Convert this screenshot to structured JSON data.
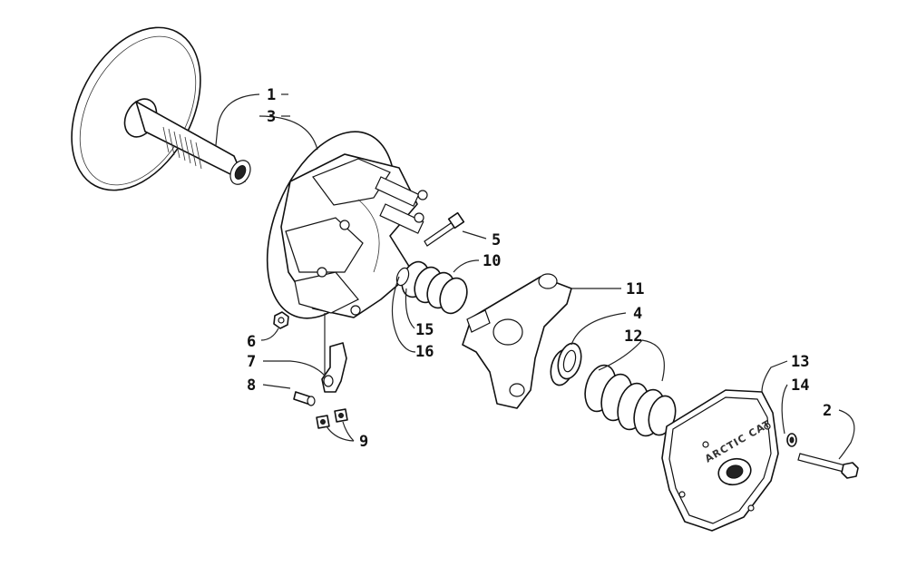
{
  "diagram": {
    "callouts": [
      {
        "id": "1",
        "label": "1"
      },
      {
        "id": "2",
        "label": "2"
      },
      {
        "id": "3",
        "label": "3"
      },
      {
        "id": "4",
        "label": "4"
      },
      {
        "id": "5",
        "label": "5"
      },
      {
        "id": "6",
        "label": "6"
      },
      {
        "id": "7",
        "label": "7"
      },
      {
        "id": "8",
        "label": "8"
      },
      {
        "id": "9",
        "label": "9"
      },
      {
        "id": "10",
        "label": "10"
      },
      {
        "id": "11",
        "label": "11"
      },
      {
        "id": "12",
        "label": "12"
      },
      {
        "id": "13",
        "label": "13"
      },
      {
        "id": "14",
        "label": "14"
      },
      {
        "id": "15",
        "label": "15"
      },
      {
        "id": "16",
        "label": "16"
      }
    ],
    "cover_stamp": "ARCTIC CAT"
  }
}
